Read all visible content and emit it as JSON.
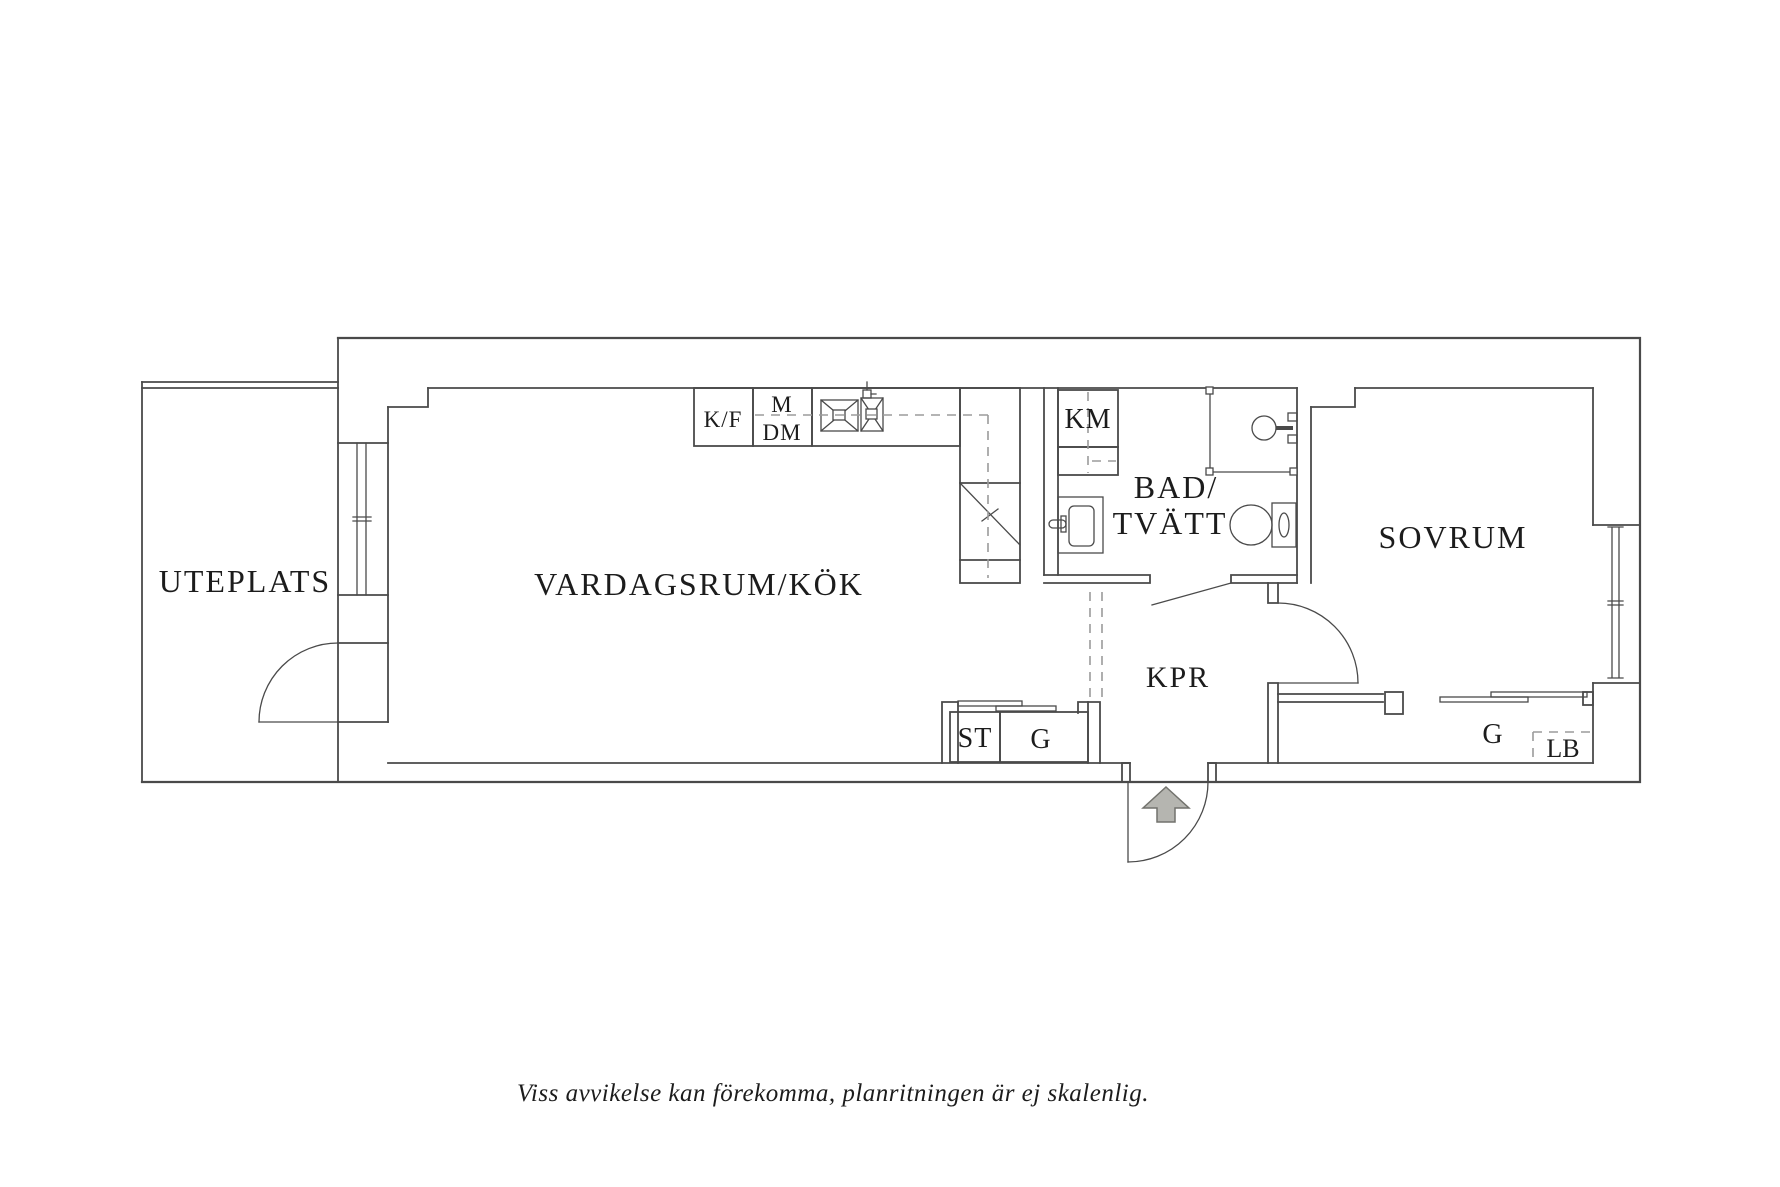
{
  "floorplan": {
    "rooms": {
      "uteplats": "UTEPLATS",
      "living_kitchen": "VARDAGSRUM/KÖK",
      "bathroom_line1": "BAD/",
      "bathroom_line2": "TVÄTT",
      "bedroom": "SOVRUM",
      "hallway": "KPR"
    },
    "labels": {
      "fridge_freezer": "K/F",
      "microwave": "M",
      "dishwasher": "DM",
      "washing_machine": "KM",
      "cleaning_closet": "ST",
      "wardrobe_hall": "G",
      "wardrobe_bedroom": "G",
      "linen_cabinet": "LB"
    },
    "caption": "Viss avvikelse kan förekomma, planritningen är ej skalenlig.",
    "icons": {
      "entrance_arrow": "arrow-up",
      "window": "double-line-window",
      "door": "quarter-arc-door"
    },
    "colors": {
      "background": "#ffffff",
      "wall": "#4a4a4a",
      "dash": "#9b9b9b",
      "text": "#1c1c1c",
      "arrow_fill": "#b5b5b0",
      "arrow_stroke": "#72726d"
    }
  }
}
